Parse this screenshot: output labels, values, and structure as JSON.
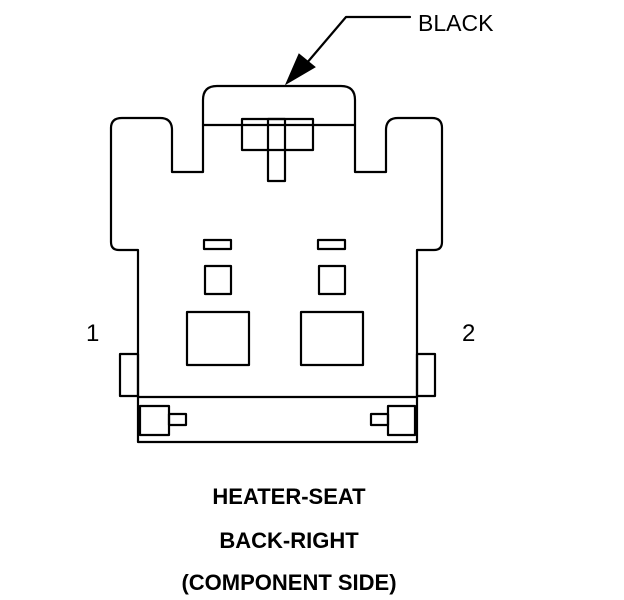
{
  "callout": {
    "label": "BLACK"
  },
  "pins": {
    "left": "1",
    "right": "2"
  },
  "caption": {
    "line1": "HEATER-SEAT",
    "line2": "BACK-RIGHT",
    "line3": "(COMPONENT SIDE)"
  },
  "colors": {
    "ink": "#000000",
    "background": "#ffffff"
  }
}
